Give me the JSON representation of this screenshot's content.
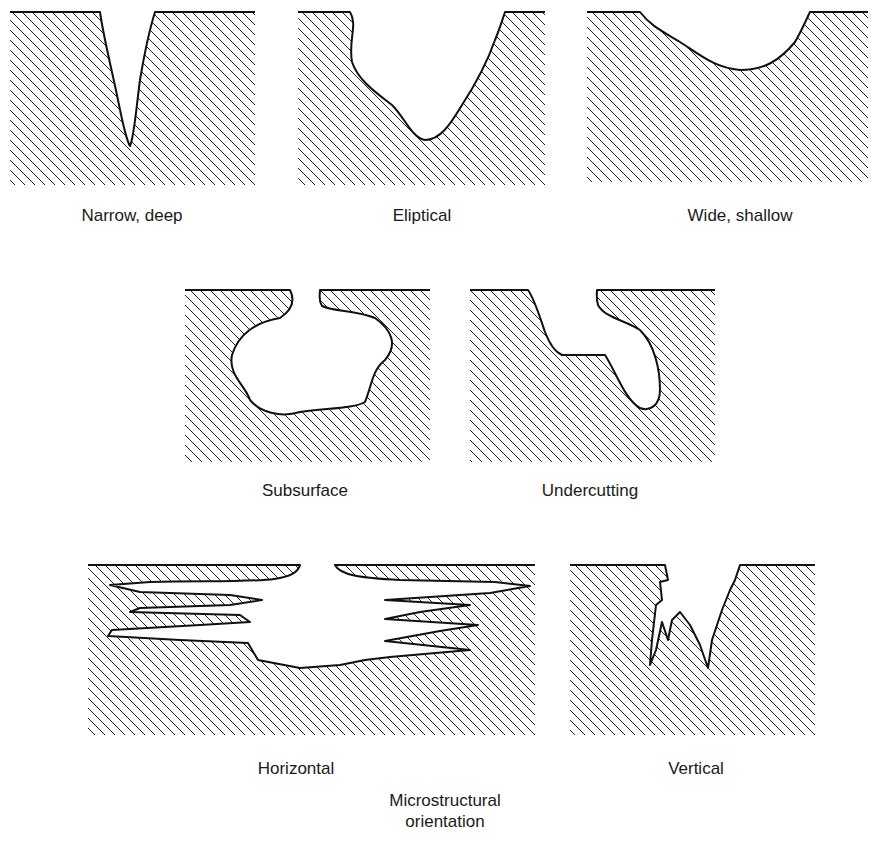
{
  "diagram": {
    "labels": [
      "Narrow, deep",
      "Eliptical",
      "Wide, shallow",
      "Subsurface",
      "Undercutting",
      "Horizontal",
      "Vertical",
      "Microstructural orientation"
    ]
  }
}
